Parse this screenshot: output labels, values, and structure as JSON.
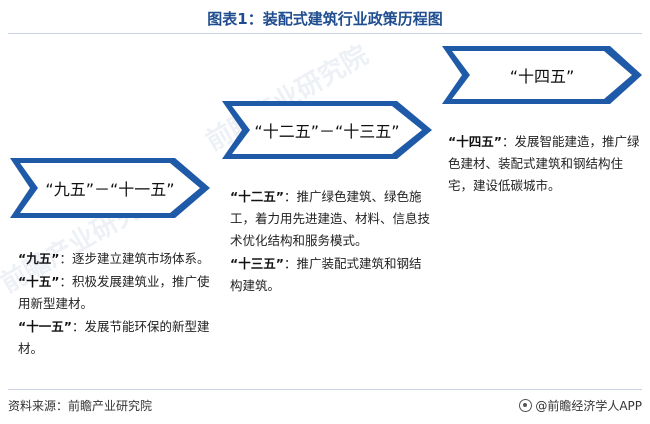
{
  "title": "图表1：装配式建筑行业政策历程图",
  "colors": {
    "arrow_dark": "#1e5aa8",
    "arrow_light": "#ffffff",
    "accent": "#1f4d8f"
  },
  "stages": [
    {
      "label": "“九五”－“十一五”",
      "items": [
        {
          "term": "“九五”",
          "text": "：逐步建立建筑市场体系。"
        },
        {
          "term": "“十五”",
          "text": "：积极发展建筑业，推广使用新型建材。"
        },
        {
          "term": "“十一五”",
          "text": "：发展节能环保的新型建材。"
        }
      ]
    },
    {
      "label": "“十二五”－“十三五”",
      "items": [
        {
          "term": "“十二五”",
          "text": "：推广绿色建筑、绿色施工，着力用先进建造、材料、信息技术优化结构和服务模式。"
        },
        {
          "term": "“十三五”",
          "text": "：推广装配式建筑和钢结构建筑。"
        }
      ]
    },
    {
      "label": "“十四五”",
      "items": [
        {
          "term": "“十四五”",
          "text": "：发展智能建造，推广绿色建材、装配式建筑和钢结构住宅，建设低碳城市。"
        }
      ]
    }
  ],
  "footer": {
    "source": "资料来源：前瞻产业研究院",
    "brand": "@前瞻经济学人APP"
  },
  "watermarks": [
    "前瞻产业研究院",
    "前瞻产业研究院"
  ]
}
